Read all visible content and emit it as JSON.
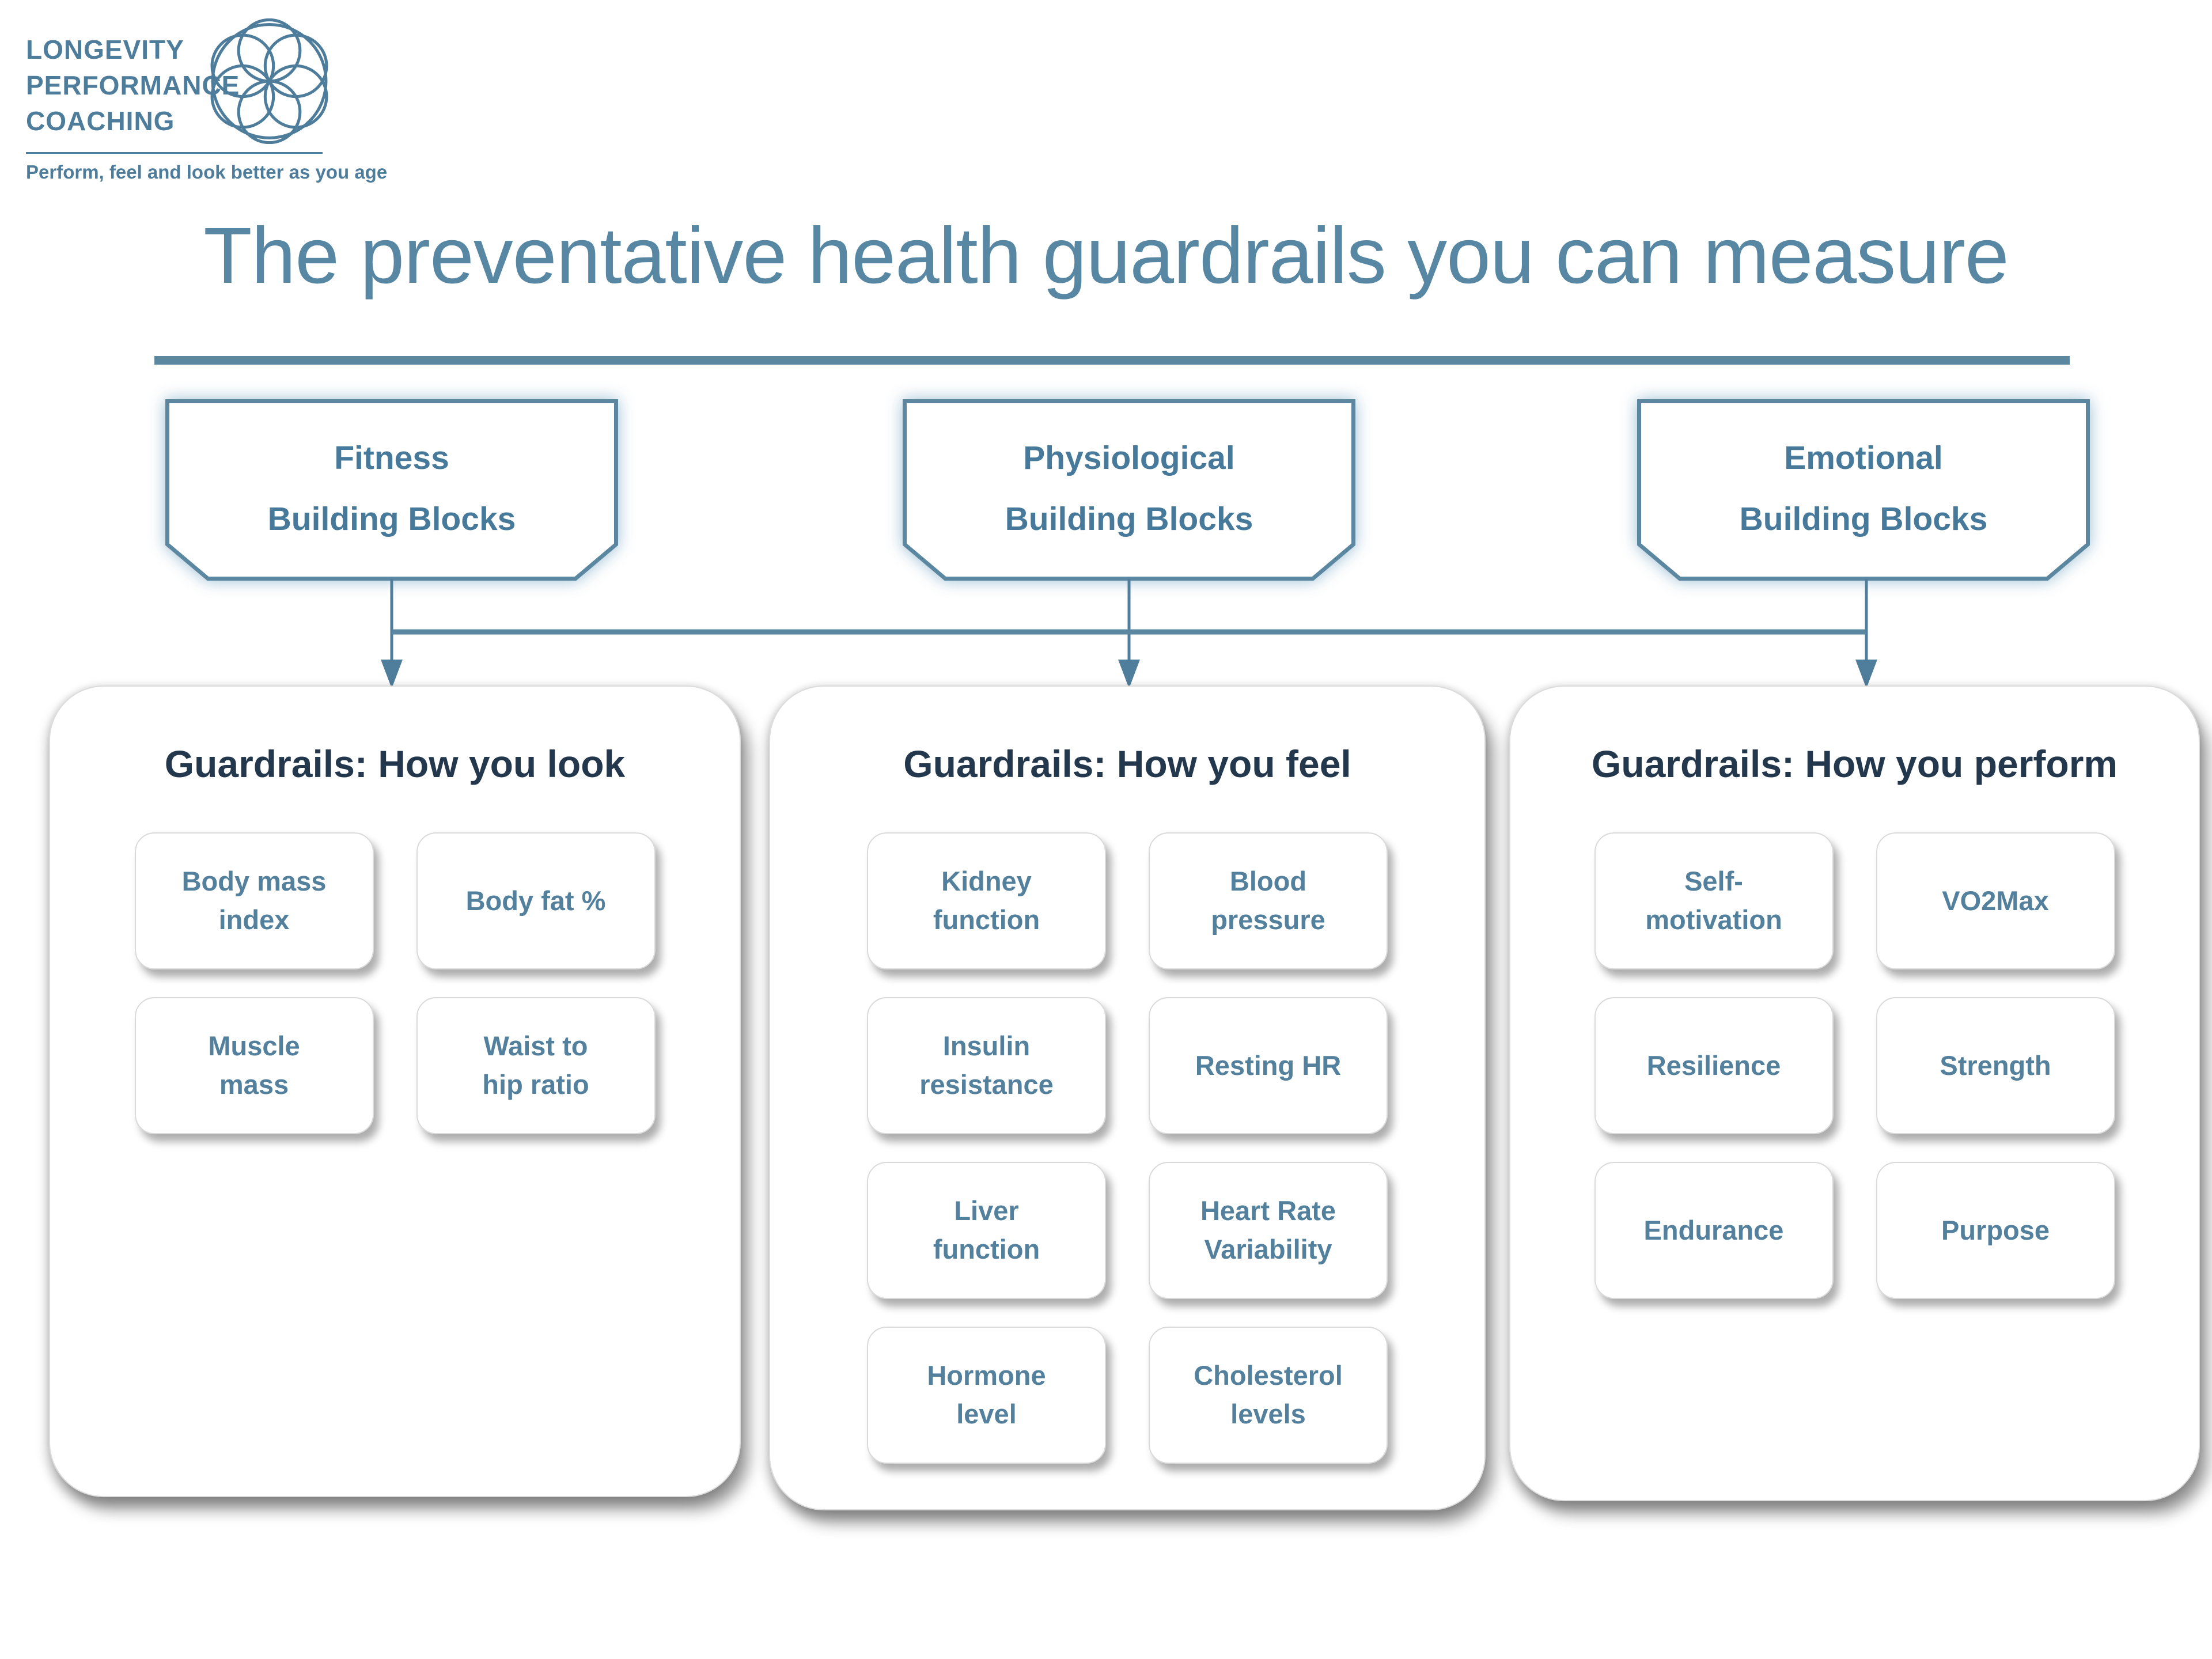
{
  "logo": {
    "line1": "LONGEVITY",
    "line2": "PERFORMANCE",
    "line3": "COACHING",
    "tagline": "Perform, feel and look better as you age",
    "mark": "seed-of-life-icon"
  },
  "title": {
    "text": "The preventative health guardrails you can measure"
  },
  "pillars": [
    {
      "line1": "Fitness",
      "line2": "Building Blocks"
    },
    {
      "line1": "Physiological",
      "line2": "Building Blocks"
    },
    {
      "line1": "Emotional",
      "line2": "Building Blocks"
    }
  ],
  "guardrails": [
    {
      "heading": "Guardrails: How you look",
      "items": [
        "Body mass\nindex",
        "Body fat %",
        "Muscle\nmass",
        "Waist to\nhip ratio"
      ]
    },
    {
      "heading": "Guardrails: How you feel",
      "items": [
        "Kidney\nfunction",
        "Blood\npressure",
        "Insulin\nresistance",
        "Resting HR",
        "Liver\nfunction",
        "Heart Rate\nVariability",
        "Hormone\nlevel",
        "Cholesterol\nlevels"
      ]
    },
    {
      "heading": "Guardrails: How you perform",
      "items": [
        "Self-\nmotivation",
        "VO2Max",
        "Resilience",
        "Strength",
        "Endurance",
        "Purpose"
      ]
    }
  ],
  "colors": {
    "accent": "#4e7d9c",
    "accent_border": "#5c87a1",
    "title_text": "#5787a3",
    "card_heading": "#24384d",
    "item_text": "#53809c"
  }
}
